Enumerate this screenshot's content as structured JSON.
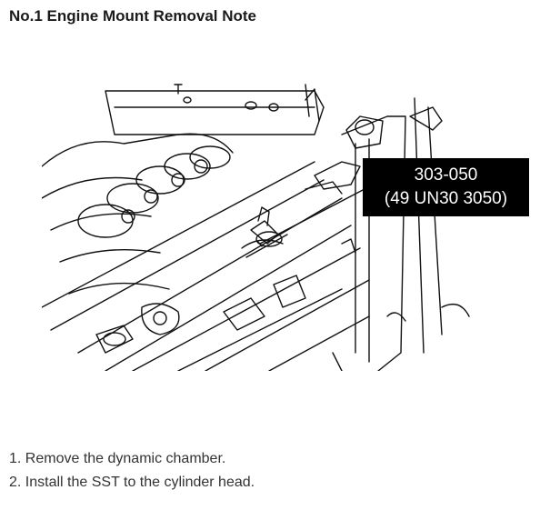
{
  "document": {
    "title": "No.1 Engine Mount Removal Note"
  },
  "figure": {
    "callout_line1": "303-050",
    "callout_line2": "(49 UN30 3050)"
  },
  "steps": [
    "1. Remove the dynamic chamber.",
    "2. Install the SST to the cylinder head."
  ]
}
